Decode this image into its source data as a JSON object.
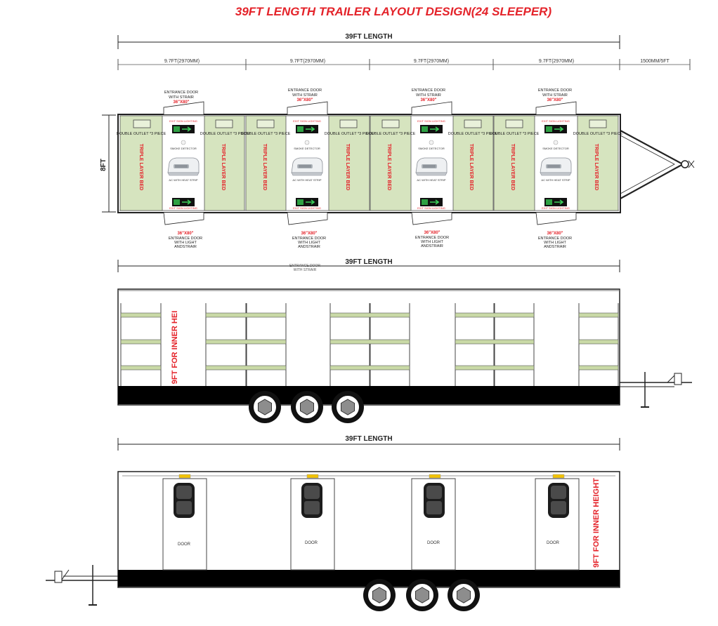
{
  "title": "39FT LENGTH TRAILER LAYOUT DESIGN(24 SLEEPER)",
  "dims": {
    "overall_length": "39FT LENGTH",
    "section_widths": [
      "9.7FT(2970MM)",
      "9.7FT(2970MM)",
      "9.7FT(2970MM)",
      "9.7FT(2970MM)"
    ],
    "tongue_length": "1500MM/5FT",
    "width": "8FT"
  },
  "plan": {
    "bed_label": "TRIPLE LAYER BED",
    "outlet_labels": [
      "DOUBLE OUTLET *3 PIECE",
      "DOUBLE OUTLET *3 PIECE",
      "DOUBLE OUTLET *3 PIECE",
      "DOUBLE OUTLET *3 PIECE",
      "DOUBLE OUTLET *3 PIECE",
      "DOUBLE OUTLET *3 PIECE",
      "DOUBLE OUTLET *3 PIECE",
      "DOUBLE OUTLET *3 PIECE"
    ],
    "exit_light": "EXIT SIGN LIGHTING",
    "smoke_detector": "SMOKE DETECTOR",
    "ac_label": "AC WITH HEAT STRIP",
    "top_doors": [
      {
        "line1": "ENTRANCE DOOR",
        "line2": "WITH STRAIR",
        "size": "36\"X80\""
      },
      {
        "line1": "ENTRANCE DOOR",
        "line2": "WITH STRAIR",
        "size": "36\"X80\""
      },
      {
        "line1": "ENTRANCE DOOR",
        "line2": "WITH STRAIR",
        "size": "36\"X80\""
      },
      {
        "line1": "ENTRANCE DOOR",
        "line2": "WITH STRAIR",
        "size": "36\"X80\""
      }
    ],
    "bottom_doors": [
      {
        "size": "36\"X80\"",
        "line1": "ENTRANCE DOOR",
        "line2": "WITH LIGHT",
        "line3": "ANDSTRAIR"
      },
      {
        "size": "36\"X80\"",
        "line1": "ENTRANCE DOOR",
        "line2": "WITH LIGHT",
        "line3": "ANDSTRAIR"
      },
      {
        "size": "36\"X80\"",
        "line1": "ENTRANCE DOOR",
        "line2": "WITH LIGHT",
        "line3": "ANDSTRAIR"
      },
      {
        "size": "36\"X80\"",
        "line1": "ENTRANCE DOOR",
        "line2": "WITH LIGHT",
        "line3": "ANDSTRAIR"
      }
    ],
    "faint_door_line1": "ENTRANCE DOOR",
    "faint_door_line2": "WITH STRAIR"
  },
  "side_view": {
    "inner_height_label": "9FT FOR INNER HEI"
  },
  "elevation": {
    "door_label": "DOOR",
    "inner_height_label": "9FT FOR INNER HEIGHT"
  },
  "colors": {
    "title_red": "#e4232a",
    "bed_green": "#d6e4bf",
    "shelf_green": "#c9d9a6",
    "frame_black": "#000000",
    "exit_green": "#1d7a2a"
  }
}
